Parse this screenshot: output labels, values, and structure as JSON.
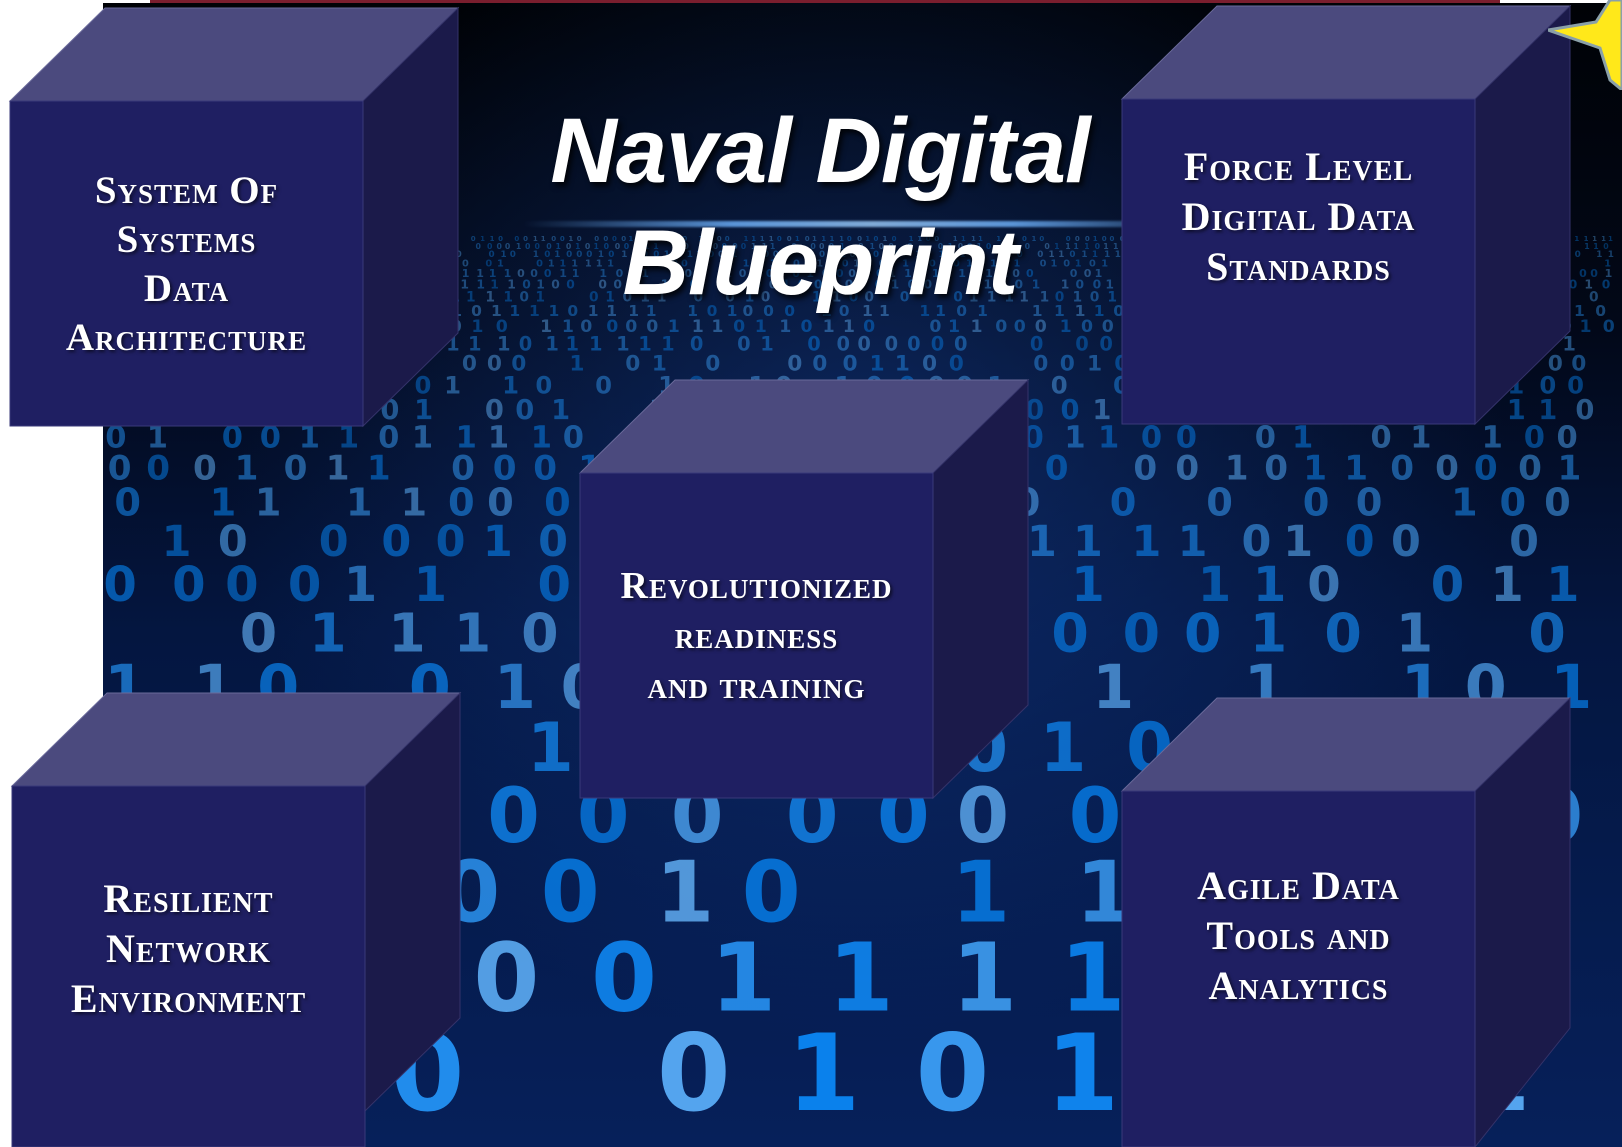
{
  "title": {
    "line1": "Naval Digital",
    "line2": "Blueprint"
  },
  "blocks": [
    {
      "id": "sos",
      "lines": [
        "System Of",
        "Systems",
        "Data",
        "Architecture"
      ]
    },
    {
      "id": "force",
      "lines": [
        "Force Level",
        "Digital Data",
        "Standards"
      ]
    },
    {
      "id": "readiness",
      "lines": [
        "Revolutionized",
        "readiness",
        "and training"
      ]
    },
    {
      "id": "network",
      "lines": [
        "Resilient",
        "Network",
        "Environment"
      ]
    },
    {
      "id": "agile",
      "lines": [
        "Agile Data",
        "Tools and",
        "Analytics"
      ]
    }
  ],
  "colors": {
    "cube_front": "#1f1f62",
    "cube_top": "#4b4a7e",
    "cube_side": "#1b1a4a",
    "star": "#ffe81a"
  },
  "icons": {
    "star": "star-icon"
  }
}
